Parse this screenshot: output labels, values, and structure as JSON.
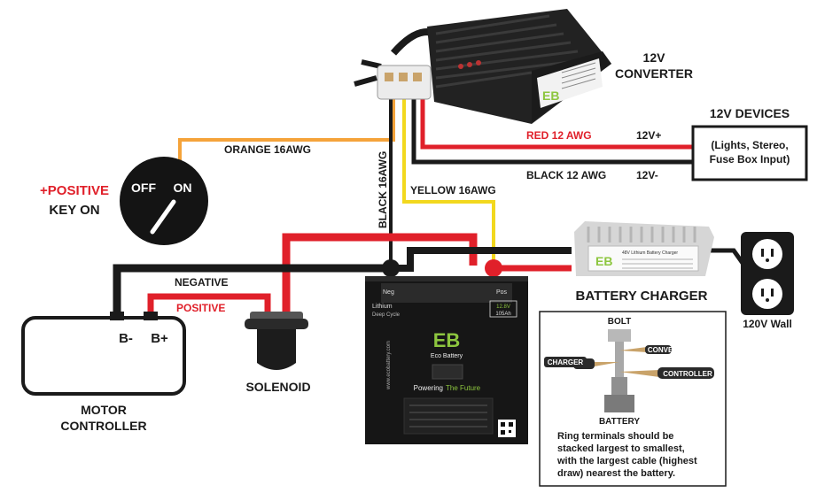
{
  "labels": {
    "converter_line1": "12V",
    "converter_line2": "CONVERTER",
    "devices_title": "12V DEVICES",
    "devices_line1": "(Lights, Stereo,",
    "devices_line2": "Fuse Box Input)",
    "red_wire": "RED 12 AWG",
    "black_wire": "BLACK 12 AWG",
    "v_plus": "12V+",
    "v_minus": "12V-",
    "orange_wire": "ORANGE 16AWG",
    "black16_wire": "BLACK 16AWG",
    "yellow_wire": "YELLOW 16AWG",
    "key_positive": "+POSITIVE",
    "key_on": "KEY ON",
    "switch_off": "OFF",
    "switch_on": "ON",
    "negative": "NEGATIVE",
    "positive": "POSITIVE",
    "b_minus": "B-",
    "b_plus": "B+",
    "motor_line1": "MOTOR",
    "motor_line2": "CONTROLLER",
    "solenoid": "SOLENOID",
    "battery_charger": "BATTERY CHARGER",
    "wall": "120V Wall"
  },
  "battery": {
    "brand": "Eco Battery",
    "tagline_a": "Powering",
    "tagline_b": "The Future",
    "neg": "Neg",
    "pos": "Pos",
    "type": "Lithium",
    "subtype": "Deep Cycle",
    "voltage": "12.8V",
    "capacity": "105Ah",
    "website": "www.ecobattery.com"
  },
  "charger": {
    "brand_letters": "EB",
    "title": "48V Lithium Battery Charger"
  },
  "bolt": {
    "bolt": "BOLT",
    "converter": "CONVERTER",
    "charger": "CHARGER",
    "controller": "CONTROLLER",
    "battery": "BATTERY",
    "note_line1": "Ring terminals should be",
    "note_line2": "stacked largest to smallest,",
    "note_line3": "with the largest cable (highest",
    "note_line4": "draw) nearest the battery."
  },
  "colors": {
    "red": "#e0202a",
    "black": "#1a1a1a",
    "orange": "#f5a33a",
    "yellow": "#f2d81e",
    "eco_green": "#8dc63f"
  }
}
